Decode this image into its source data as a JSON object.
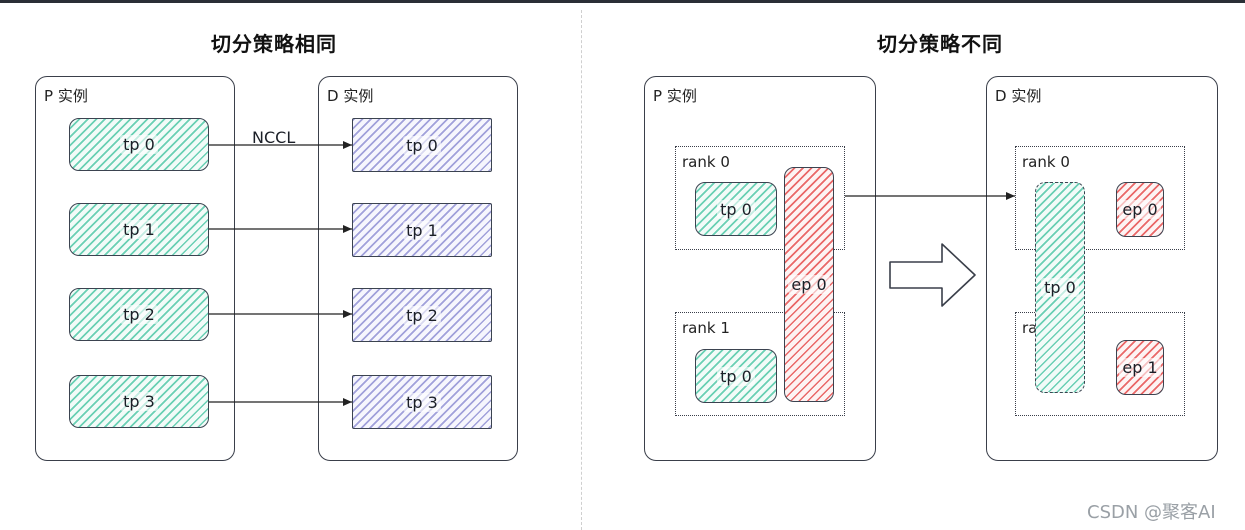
{
  "left": {
    "title": "切分策略相同",
    "p_instance": {
      "label": "P 实例",
      "blocks": [
        "tp 0",
        "tp 1",
        "tp 2",
        "tp 3"
      ]
    },
    "d_instance": {
      "label": "D 实例",
      "blocks": [
        "tp 0",
        "tp 1",
        "tp 2",
        "tp 3"
      ]
    },
    "link_label": "NCCL"
  },
  "right": {
    "title": "切分策略不同",
    "p_instance": {
      "label": "P 实例",
      "rank0": {
        "label": "rank 0",
        "tp": "tp 0"
      },
      "rank1": {
        "label": "rank 1",
        "tp": "tp 0"
      },
      "ep": "ep 0"
    },
    "d_instance": {
      "label": "D 实例",
      "rank0": {
        "label": "rank 0",
        "ep": "ep 0"
      },
      "rank1": {
        "label": "rank 1",
        "ep": "ep 1"
      },
      "tp": "tp 0"
    }
  },
  "watermark": "CSDN @聚客AI",
  "colors": {
    "teal": "#52c8a8",
    "purple": "#8c8cd2",
    "red": "#e65050",
    "border": "#3a3f4a"
  }
}
